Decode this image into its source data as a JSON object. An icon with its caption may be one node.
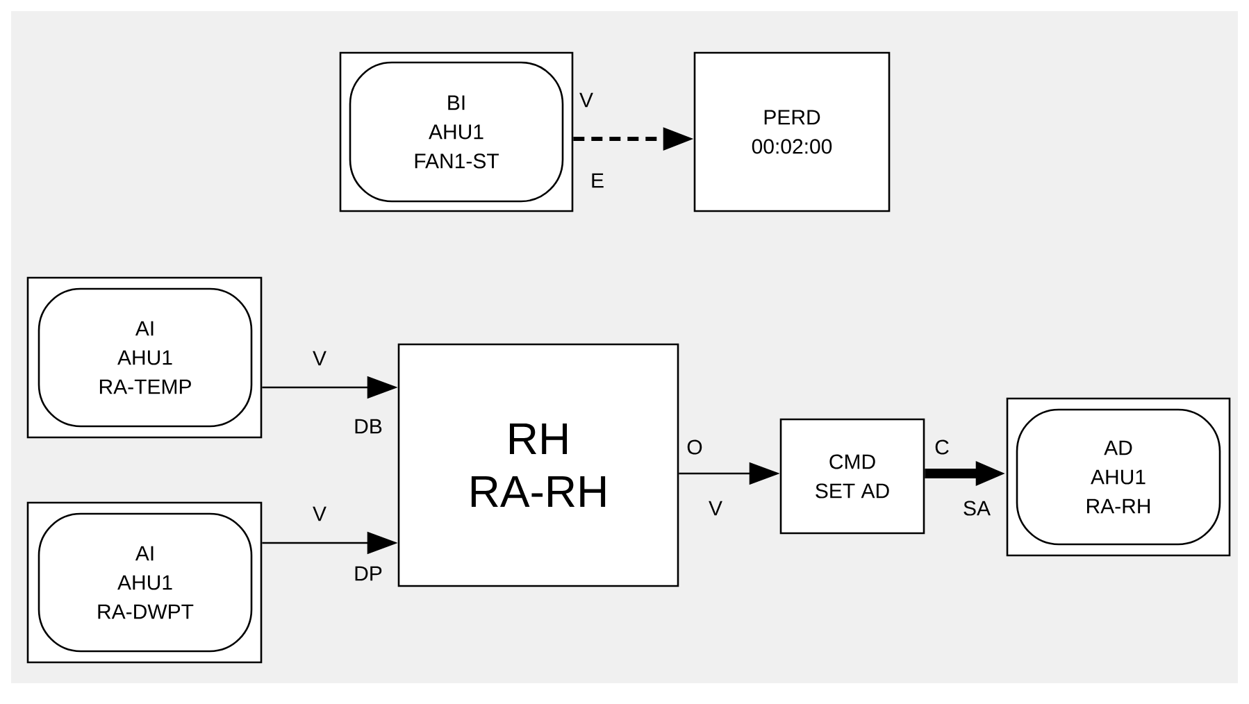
{
  "diagram": {
    "nodes": [
      {
        "text": [],
        "shape": "box"
      },
      {
        "text": [
          "BI",
          "AHU1",
          "FAN1-ST"
        ],
        "in": 0
      },
      {
        "text": [
          "PERD",
          "00:02:00"
        ]
      },
      {
        "text": [],
        "shape": "box"
      },
      {
        "text": [
          "AI",
          "AHU1",
          "RA-TEMP"
        ],
        "in": 3
      },
      {
        "text": [],
        "shape": "box"
      },
      {
        "text": [
          "AI",
          "AHU1",
          "RA-DWPT"
        ],
        "in": 5
      },
      {
        "text": [
          "RH",
          "RA-RH"
        ]
      },
      {
        "text": [
          "CMD",
          "SET AD"
        ]
      },
      {
        "text": [],
        "shape": "box"
      },
      {
        "text": [
          "AD",
          "AHU1",
          "RA-RH"
        ],
        "in": 9
      }
    ],
    "edges": [
      {
        "from": 0,
        "to": 2,
        "arrow": "to",
        "style": "dashed"
      },
      {
        "from": 3,
        "to": 7,
        "arrow": "to"
      },
      {
        "from": 5,
        "to": 7,
        "arrow": "to"
      },
      {
        "from": 7,
        "to": 8,
        "arrow": "to"
      },
      {
        "from": 8,
        "to": 9,
        "arrow": "to",
        "style": "thick"
      }
    ],
    "labels": [
      "V",
      "E",
      "V",
      "DB",
      "O",
      "C",
      "V",
      "SA",
      "V",
      "DP"
    ]
  }
}
